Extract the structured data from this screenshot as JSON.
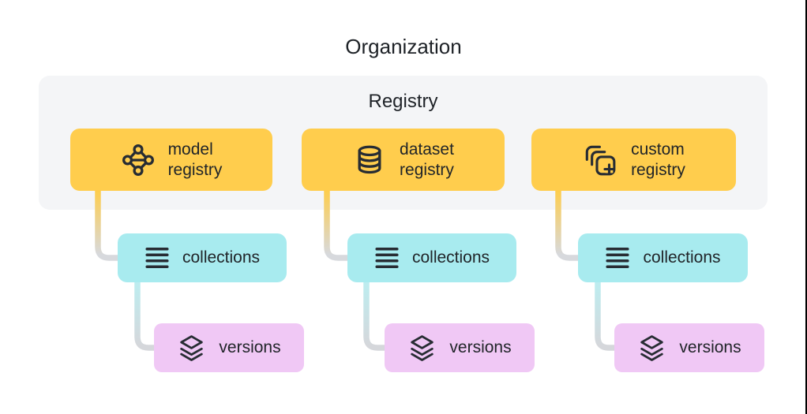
{
  "organization": {
    "title": "Organization"
  },
  "registry_panel": {
    "title": "Registry"
  },
  "columns": [
    {
      "registry": {
        "line1": "model",
        "line2": "registry",
        "icon": "model-network-icon"
      },
      "collections": {
        "label": "collections",
        "icon": "list-lines-icon"
      },
      "versions": {
        "label": "versions",
        "icon": "layer-stack-icon"
      }
    },
    {
      "registry": {
        "line1": "dataset",
        "line2": "registry",
        "icon": "database-icon"
      },
      "collections": {
        "label": "collections",
        "icon": "list-lines-icon"
      },
      "versions": {
        "label": "versions",
        "icon": "layer-stack-icon"
      }
    },
    {
      "registry": {
        "line1": "custom",
        "line2": "registry",
        "icon": "copy-add-icon"
      },
      "collections": {
        "label": "collections",
        "icon": "list-lines-icon"
      },
      "versions": {
        "label": "versions",
        "icon": "layer-stack-icon"
      }
    }
  ],
  "colors": {
    "registry_box": "#FFCD4D",
    "collections_box": "#A8EBEF",
    "versions_box": "#F0C8F5",
    "panel_bg": "#F4F5F7",
    "icon_dark": "#272C33",
    "connector_gray": "#D7D9DD",
    "connector_yellow": "#FECD4B",
    "connector_cyan": "#BCEDF0",
    "edge_line": "#000000",
    "text": "#1E2227"
  }
}
